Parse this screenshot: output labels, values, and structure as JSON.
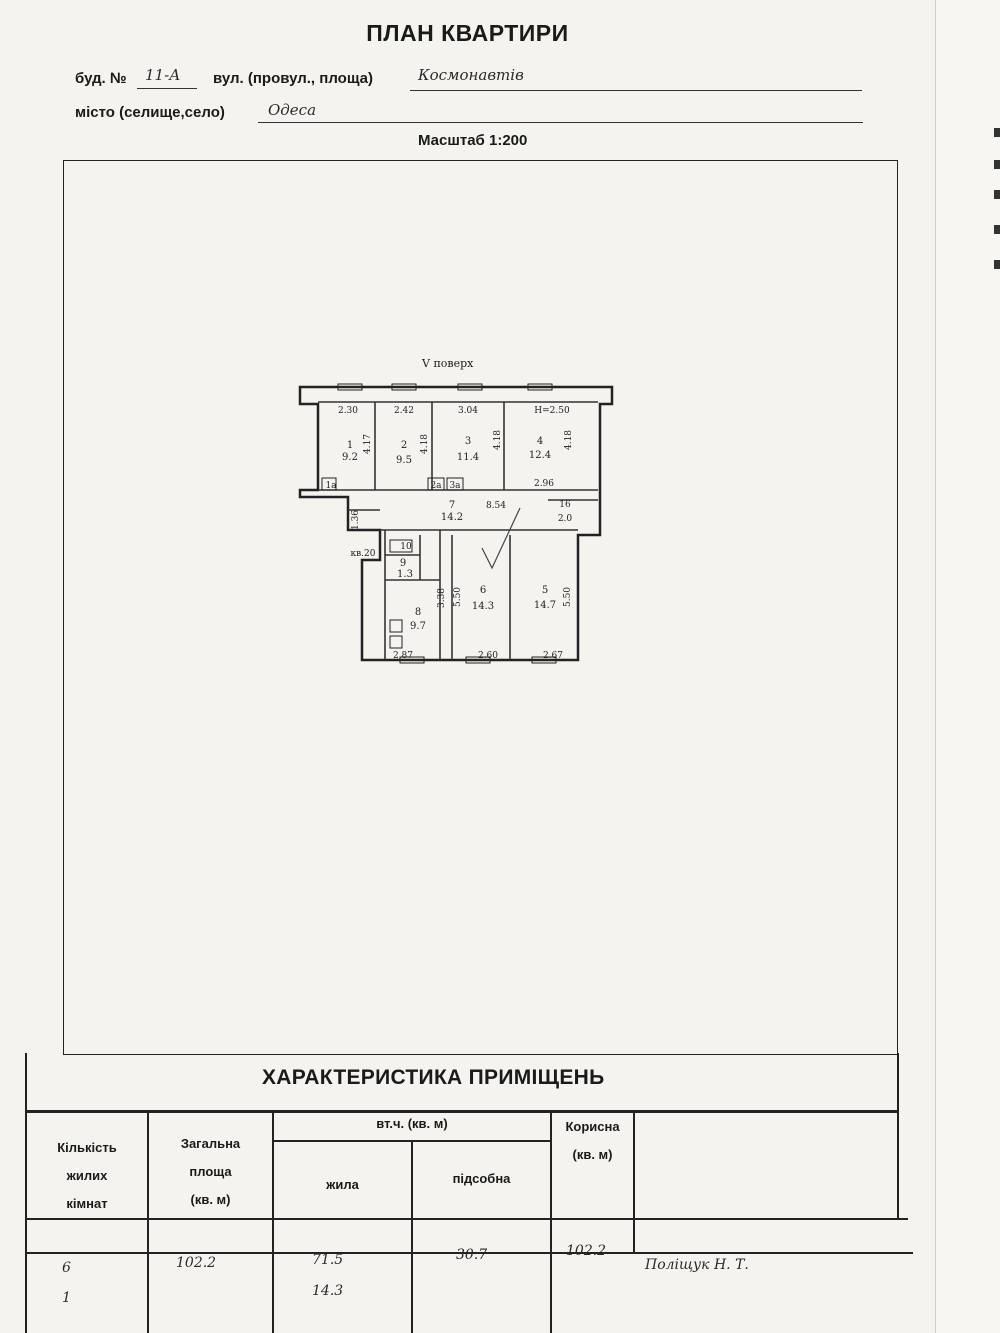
{
  "header": {
    "title": "ПЛАН КВАРТИРИ",
    "building_label": "буд. №",
    "building_value": "11-А",
    "street_label": "вул. (провул., площа)",
    "street_value": "Космонавтів",
    "city_label": "місто (селище,село)",
    "city_value": "Одеса",
    "scale": "Масштаб 1:200"
  },
  "plan": {
    "floor_label": "V поверх",
    "rooms": [
      {
        "num": "1",
        "area": "9.2"
      },
      {
        "num": "2",
        "area": "9.5"
      },
      {
        "num": "3",
        "area": "11.4"
      },
      {
        "num": "4",
        "area": "12.4"
      },
      {
        "num": "5",
        "area": "14.7"
      },
      {
        "num": "6",
        "area": "14.3"
      },
      {
        "num": "7",
        "area": "14.2"
      },
      {
        "num": "8",
        "area": "9.7"
      },
      {
        "num": "9",
        "area": "1.3"
      }
    ],
    "small_labels": [
      "1а",
      "2а",
      "3а",
      "10",
      "16",
      "2.0",
      "кв.20"
    ],
    "dimensions": [
      "2.30",
      "2.42",
      "3.04",
      "H=2.50",
      "4.17",
      "4.18",
      "4.18",
      "4.18",
      "2.96",
      "8.54",
      "1.36",
      "5.50",
      "5.50",
      "3.38",
      "2.87",
      "2.60",
      "2.67"
    ]
  },
  "characteristics": {
    "title": "ХАРАКТЕРИСТИКА ПРИМІЩЕНЬ",
    "col_rooms": [
      "Кількість",
      "жилих",
      "кімнат"
    ],
    "col_total": [
      "Загальна",
      "площа",
      "(кв. м)"
    ],
    "col_incl": "вт.ч. (кв. м)",
    "col_living": "жила",
    "col_aux": "підсобна",
    "col_useful": [
      "Корисна",
      "(кв. м)"
    ],
    "row1": {
      "rooms": "6",
      "total": "102.2",
      "living": "71.5",
      "aux": "30.7",
      "useful": "102.2",
      "signature": "Поліщук Н. Т."
    },
    "row2": {
      "rooms": "1",
      "living": "14.3"
    }
  }
}
